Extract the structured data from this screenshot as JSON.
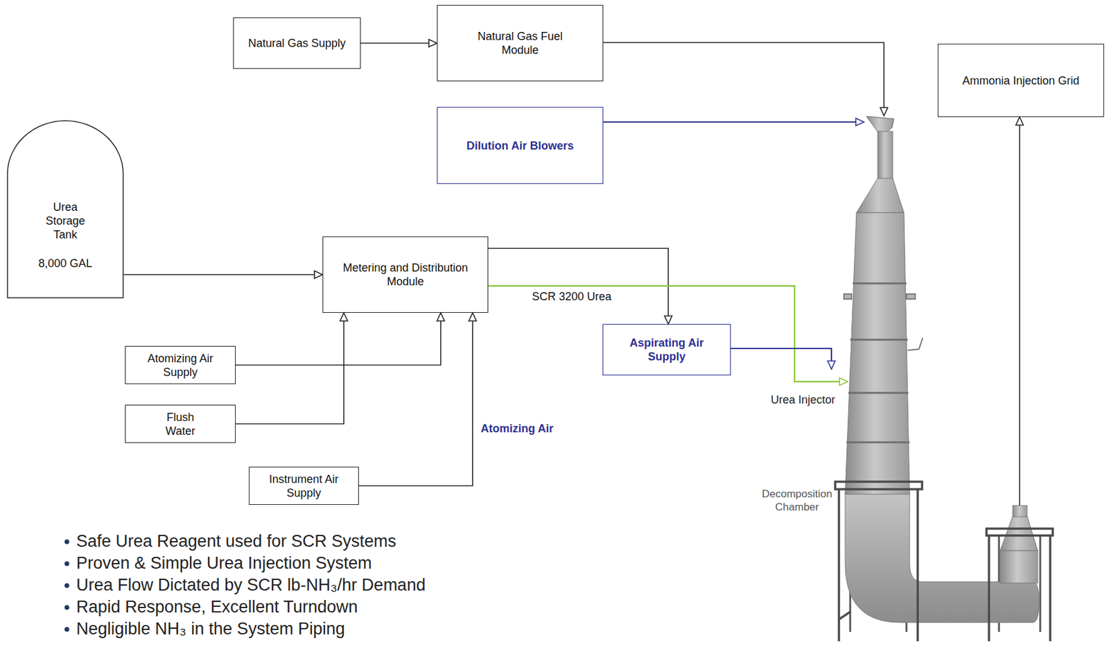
{
  "diagram": {
    "nodes": [
      {
        "text": [
          "Natural Gas Supply"
        ]
      },
      {
        "text": [
          "Natural Gas Fuel Module"
        ]
      },
      {
        "text": [
          "Ammonia Injection Grid"
        ]
      },
      {
        "text": [
          "Dilution Air Blowers"
        ]
      },
      {
        "text": [
          "Urea Storage Tank",
          "8,000 GAL"
        ]
      },
      {
        "text": [
          "Metering and Distribution Module"
        ]
      },
      {
        "text": [
          "Aspirating Air Supply"
        ]
      },
      {
        "text": [
          "Atomizing Air Supply"
        ]
      },
      {
        "text": [
          "Flush Water"
        ]
      },
      {
        "text": [
          "Instrument Air Supply"
        ]
      },
      {
        "text": [
          "Decomposition Chamber"
        ]
      }
    ],
    "edges": [
      {
        "from": 0,
        "to": 1,
        "arrow": "to"
      },
      {
        "from": 1,
        "to": 10,
        "arrow": "to"
      },
      {
        "from": 3,
        "to": 10,
        "arrow": "to"
      },
      {
        "from": 4,
        "to": 5,
        "arrow": "to"
      },
      {
        "from": 5,
        "to": 6,
        "arrow": "to"
      },
      {
        "from": 5,
        "to": 10,
        "label": "SCR 3200 Urea",
        "arrow": "to"
      },
      {
        "from": 6,
        "to": 10,
        "arrow": "to"
      },
      {
        "from": 7,
        "to": 5,
        "arrow": "to"
      },
      {
        "from": 8,
        "to": 5,
        "arrow": "to"
      },
      {
        "from": 9,
        "to": 5,
        "label": "Atomizing Air",
        "arrow": "to"
      },
      {
        "from": 10,
        "to": 2,
        "arrow": "to"
      }
    ],
    "labels": [
      "Urea Injector",
      "Safe Urea Reagent used for SCR Systems",
      "Proven & Simple Urea Injection System",
      "Urea Flow Dictated by SCR lb-NH₃/hr Demand",
      "Rapid Response, Excellent Turndown",
      "Negligible NH₃ in the System Piping"
    ]
  }
}
